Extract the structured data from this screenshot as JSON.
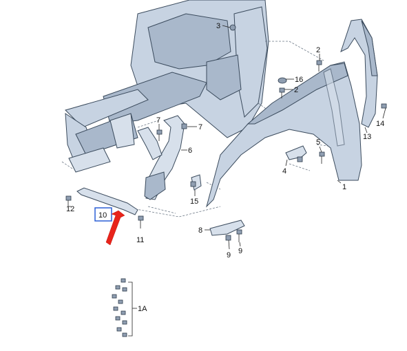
{
  "diagram": {
    "callouts": [
      "1",
      "1A",
      "2",
      "2",
      "3",
      "4",
      "5",
      "6",
      "7",
      "7",
      "8",
      "9",
      "9",
      "10",
      "11",
      "12",
      "13",
      "14",
      "15",
      "16"
    ],
    "highlight_color": "#2a5fd6",
    "arrow_color": "#e8241b",
    "part_color": "#c7d3e2"
  }
}
